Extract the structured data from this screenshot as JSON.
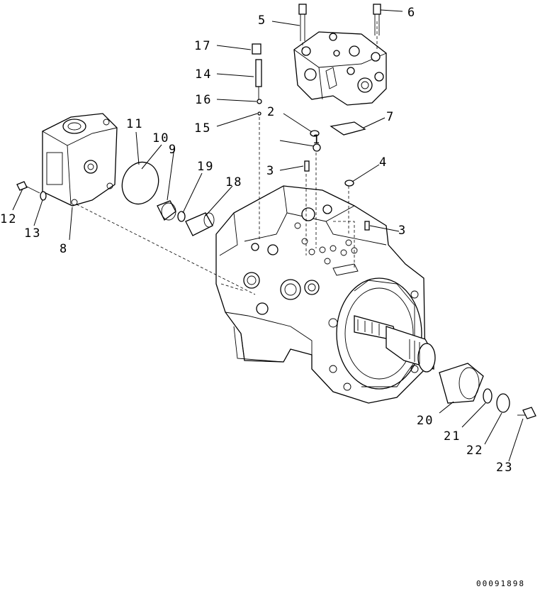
{
  "diagram": {
    "drawing_code": "00091898",
    "callouts": [
      {
        "id": "c1",
        "label": "1"
      },
      {
        "id": "c2",
        "label": "2"
      },
      {
        "id": "c3a",
        "label": "3"
      },
      {
        "id": "c3b",
        "label": "3"
      },
      {
        "id": "c4",
        "label": "4"
      },
      {
        "id": "c5",
        "label": "5"
      },
      {
        "id": "c6",
        "label": "6"
      },
      {
        "id": "c7",
        "label": "7"
      },
      {
        "id": "c8",
        "label": "8"
      },
      {
        "id": "c9",
        "label": "9"
      },
      {
        "id": "c10",
        "label": "10"
      },
      {
        "id": "c11",
        "label": "11"
      },
      {
        "id": "c12",
        "label": "12"
      },
      {
        "id": "c13",
        "label": "13"
      },
      {
        "id": "c14",
        "label": "14"
      },
      {
        "id": "c15",
        "label": "15"
      },
      {
        "id": "c16",
        "label": "16"
      },
      {
        "id": "c17",
        "label": "17"
      },
      {
        "id": "c18",
        "label": "18"
      },
      {
        "id": "c19",
        "label": "19"
      },
      {
        "id": "c20",
        "label": "20"
      },
      {
        "id": "c21",
        "label": "21"
      },
      {
        "id": "c22",
        "label": "22"
      },
      {
        "id": "c23",
        "label": "23"
      }
    ]
  }
}
